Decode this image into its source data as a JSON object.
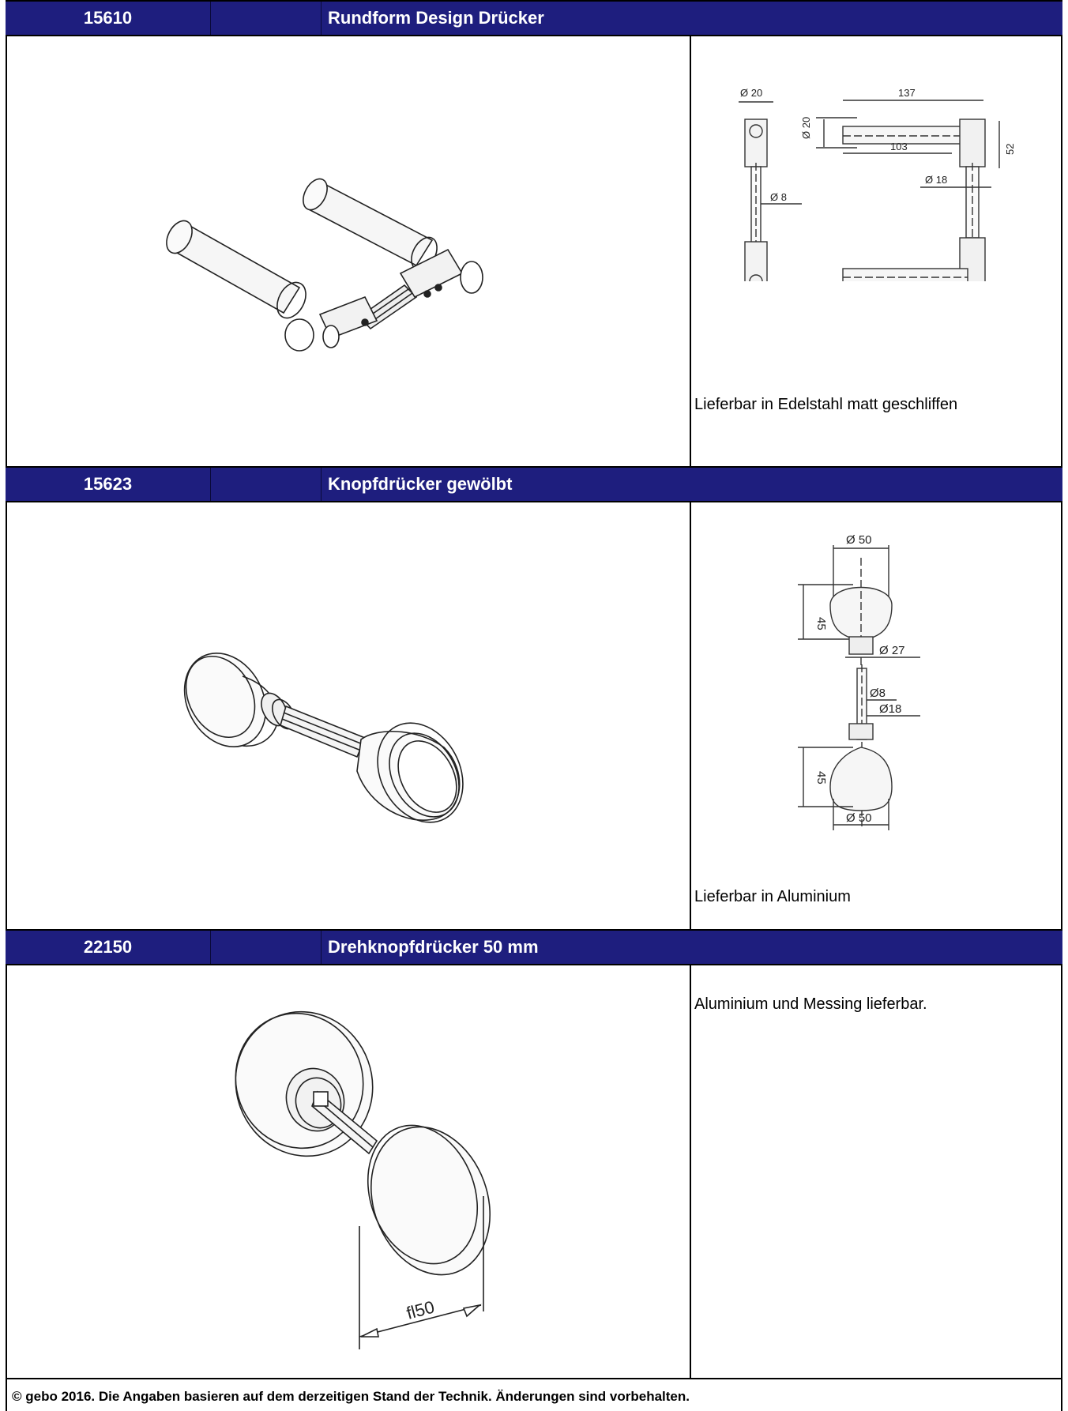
{
  "products": [
    {
      "number": "15610",
      "name": "Rundform Design Drücker",
      "description": "Lieferbar in Edelstahl matt geschliffen",
      "dimensions": [
        "Ø 20",
        "Ø 20",
        "137",
        "103",
        "52",
        "Ø 18",
        "Ø 8"
      ]
    },
    {
      "number": "15623",
      "name": "Knopfdrücker gewölbt",
      "description": "Lieferbar in Aluminium",
      "dimensions": [
        "Ø 50",
        "45",
        "Ø 27",
        "Ø8",
        "Ø18",
        "45",
        "Ø 50"
      ]
    },
    {
      "number": "22150",
      "name": "Drehknopfdrücker 50 mm",
      "description": "Aluminium und Messing lieferbar.",
      "dimensions": [
        "fl50"
      ]
    }
  ],
  "footer": "© gebo 2016. Die Angaben basieren auf dem derzeitigen Stand der Technik. Änderungen sind vorbehalten."
}
